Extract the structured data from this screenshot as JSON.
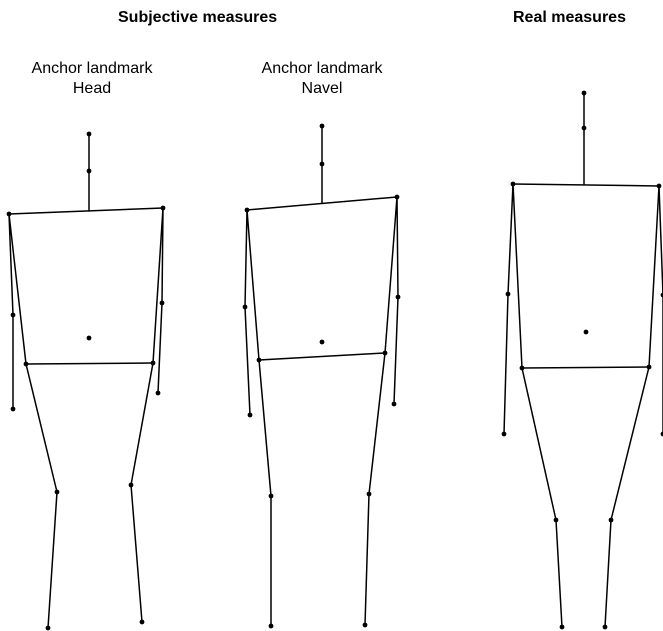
{
  "headings": {
    "subjective": "Subjective measures",
    "real": "Real measures"
  },
  "panels": [
    {
      "id": "head",
      "label_line1": "Anchor landmark",
      "label_line2": "Head"
    },
    {
      "id": "navel",
      "label_line1": "Anchor landmark",
      "label_line2": "Navel"
    },
    {
      "id": "real",
      "label_line1": "",
      "label_line2": ""
    }
  ],
  "colors": {
    "line": "#000000",
    "point": "#000000",
    "background": "#ffffff"
  }
}
